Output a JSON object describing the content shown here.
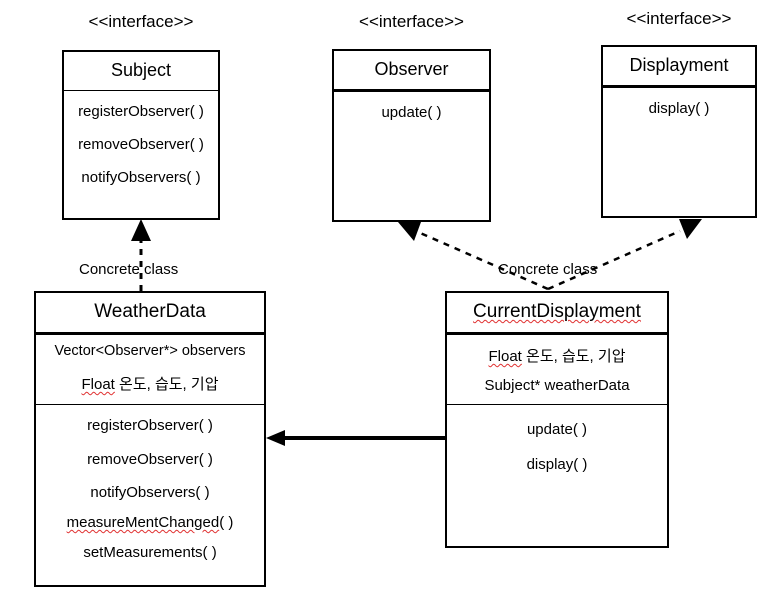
{
  "diagram": {
    "title": "Observer Pattern UML Class Diagram",
    "stroke_color": "#000000",
    "background_color": "#ffffff",
    "spellcheck_underline_color": "#e03131"
  },
  "stereotypes": {
    "subject": "<<interface>>",
    "observer": "<<interface>>",
    "displayment": "<<interface>>"
  },
  "classes": {
    "subject": {
      "name": "Subject",
      "attributes": [],
      "operations": [
        "registerObserver( )",
        "removeObserver( )",
        "notifyObservers( )"
      ]
    },
    "observer": {
      "name": "Observer",
      "attributes": [],
      "operations": [
        "update( )"
      ]
    },
    "displayment": {
      "name": "Displayment",
      "attributes": [],
      "operations": [
        "display( )"
      ]
    },
    "weather_data": {
      "name": "WeatherData",
      "attributes": [
        "Vector<Observer*> observers",
        "Float 온도, 습도, 기압"
      ],
      "attributes_misspelled": [
        "",
        "Float"
      ],
      "operations": [
        "registerObserver( )",
        "removeObserver( )",
        "notifyObservers( )",
        "measureMentChanged( )",
        "setMeasurements( )"
      ],
      "operations_misspelled": [
        "",
        "",
        "",
        "measureMentChanged",
        ""
      ]
    },
    "current_displayment": {
      "name": "CurrentDisplayment",
      "name_misspelled": "CurrentDisplayment",
      "attributes": [
        "Float 온도, 습도, 기압",
        "Subject* weatherData"
      ],
      "attributes_misspelled": [
        "Float",
        ""
      ],
      "operations": [
        "update( )",
        "display( )"
      ]
    }
  },
  "relationships": {
    "weatherdata_to_subject": {
      "label": "Concrete class",
      "type": "realization",
      "line": "dashed",
      "arrowhead": "filled-triangle"
    },
    "currentdisplayment_to_interfaces": {
      "label": "Concrete class",
      "type": "realization",
      "line": "dashed",
      "arrowhead": "filled-triangle"
    },
    "currentdisplayment_to_weatherdata": {
      "label": "",
      "type": "association",
      "line": "solid",
      "arrowhead": "filled-arrow"
    }
  }
}
